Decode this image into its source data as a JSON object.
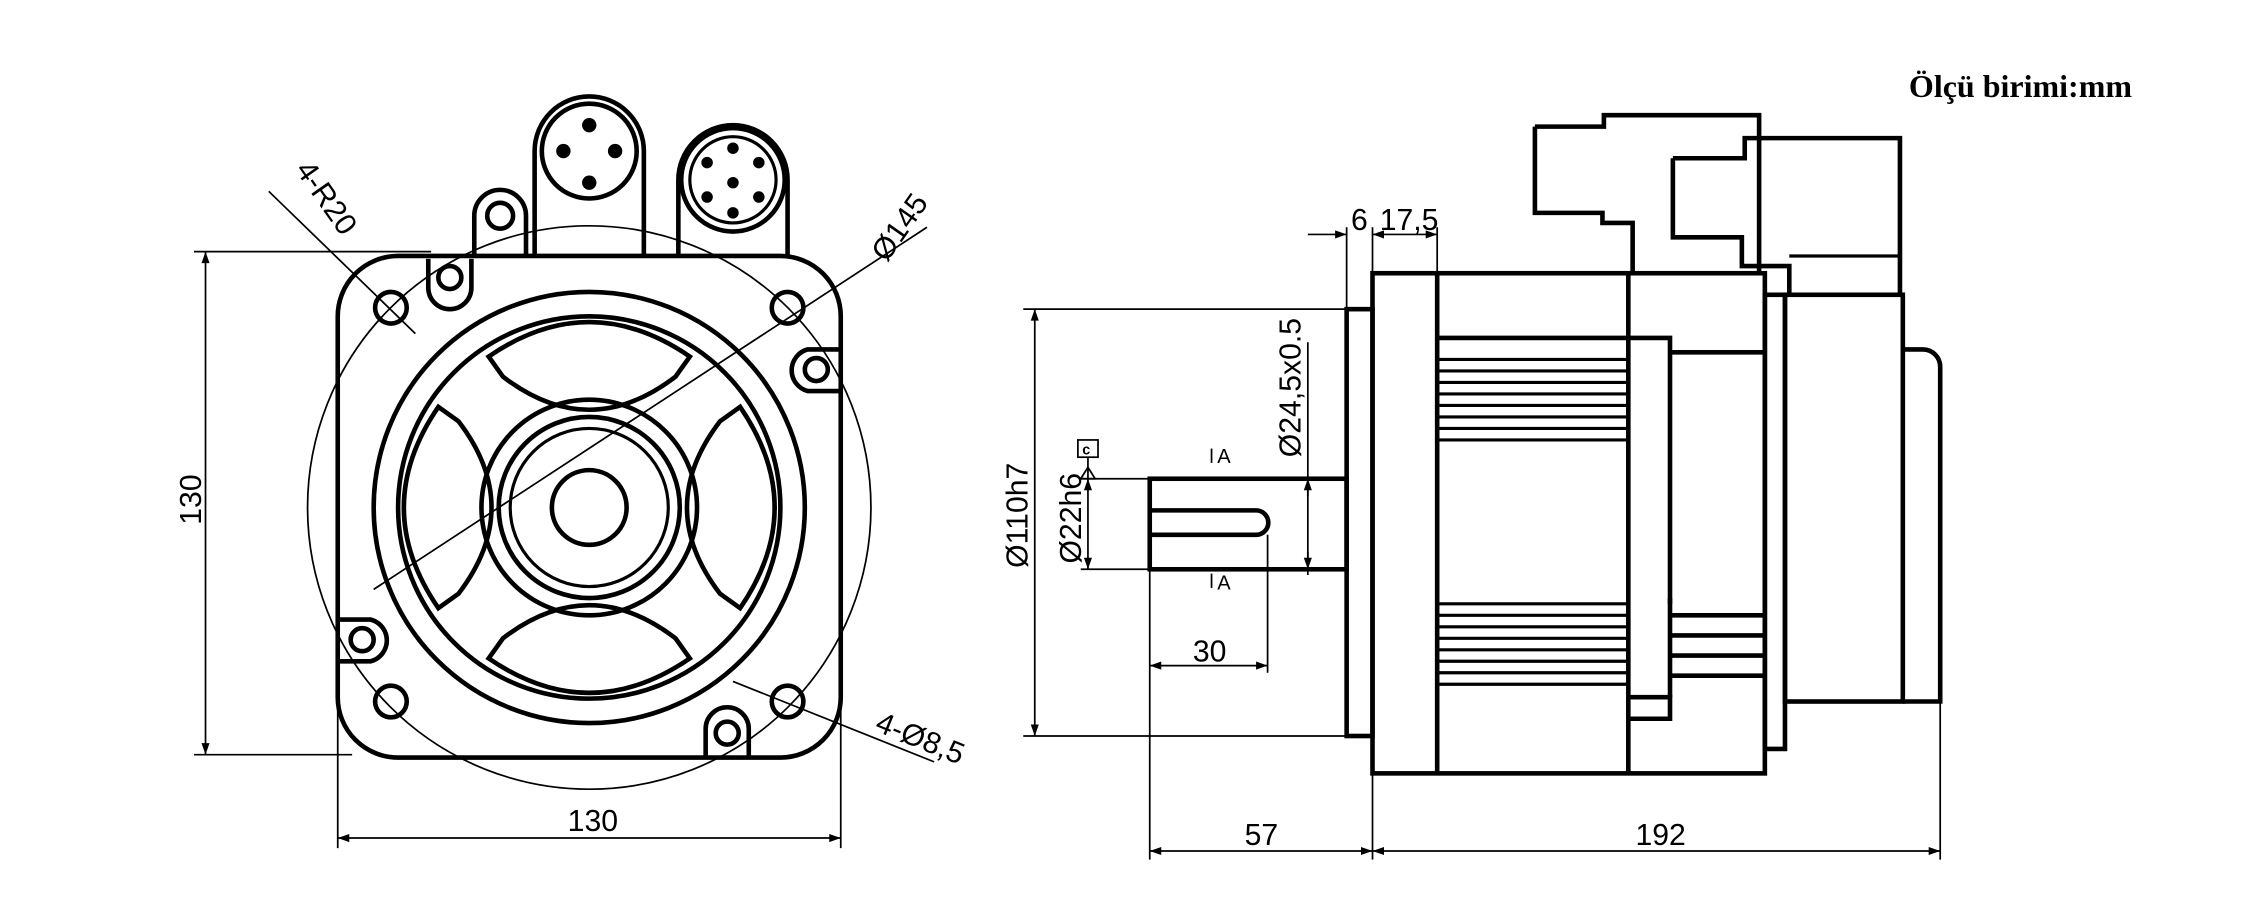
{
  "unit_note": "Ölçü birimi:mm",
  "front_view": {
    "corner_radius": "4-R20",
    "bolt_circle": "Ø145",
    "height": "130",
    "width": "130",
    "holes": "4-Ø8,5"
  },
  "side_view": {
    "flange_thickness": "6",
    "spigot_offset": "17,5",
    "shoulder_diameter": "Ø24,5x0.5",
    "section_mark_top": "A",
    "section_mark_bottom": "A",
    "datum": "c",
    "pilot_diameter": "Ø110h7",
    "shaft_diameter": "Ø22h6",
    "key_length": "30",
    "shaft_length": "57",
    "body_length": "192"
  }
}
